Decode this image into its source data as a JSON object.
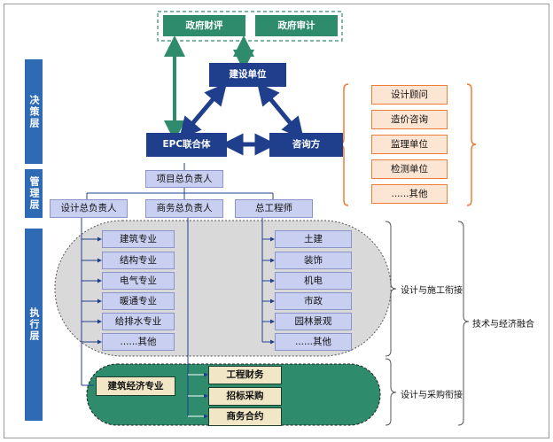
{
  "top": {
    "gov_review": "政府财评",
    "gov_audit": "政府审计"
  },
  "main": {
    "owner": "建设单位",
    "epc": "EPC联合体",
    "consultant": "咨询方"
  },
  "consult_items": [
    "设计顾问",
    "造价咨询",
    "监理单位",
    "检测单位",
    "......其他"
  ],
  "layers": {
    "decision": "决策层",
    "management": "管理层",
    "execution": "执行层"
  },
  "management": {
    "project_lead": "项目总负责人",
    "design_lead": "设计总负责人",
    "business_lead": "商务总负责人",
    "chief_engineer": "总工程师"
  },
  "design_specialties": [
    "建筑专业",
    "结构专业",
    "电气专业",
    "暖通专业",
    "给排水专业",
    "......其他"
  ],
  "construction_specialties": [
    "土建",
    "装饰",
    "机电",
    "市政",
    "园林景观",
    "......其他"
  ],
  "economics": {
    "arch_econ": "建筑经济专业",
    "items": [
      "工程财务",
      "招标采购",
      "商务合约"
    ]
  },
  "side_labels": {
    "design_construction": "设计与施工衔接",
    "design_procurement": "设计与采购衔接",
    "tech_econ": "技术与经济融合"
  },
  "colors": {
    "green": "#2e8b6b",
    "navy": "#1f3f8c",
    "blue_layer": "#2f6bb5",
    "lavender": "#c9cff0",
    "orange": "#ef7d39",
    "tan": "#f1e6c6",
    "gray_oval": "#d9d9d9"
  }
}
